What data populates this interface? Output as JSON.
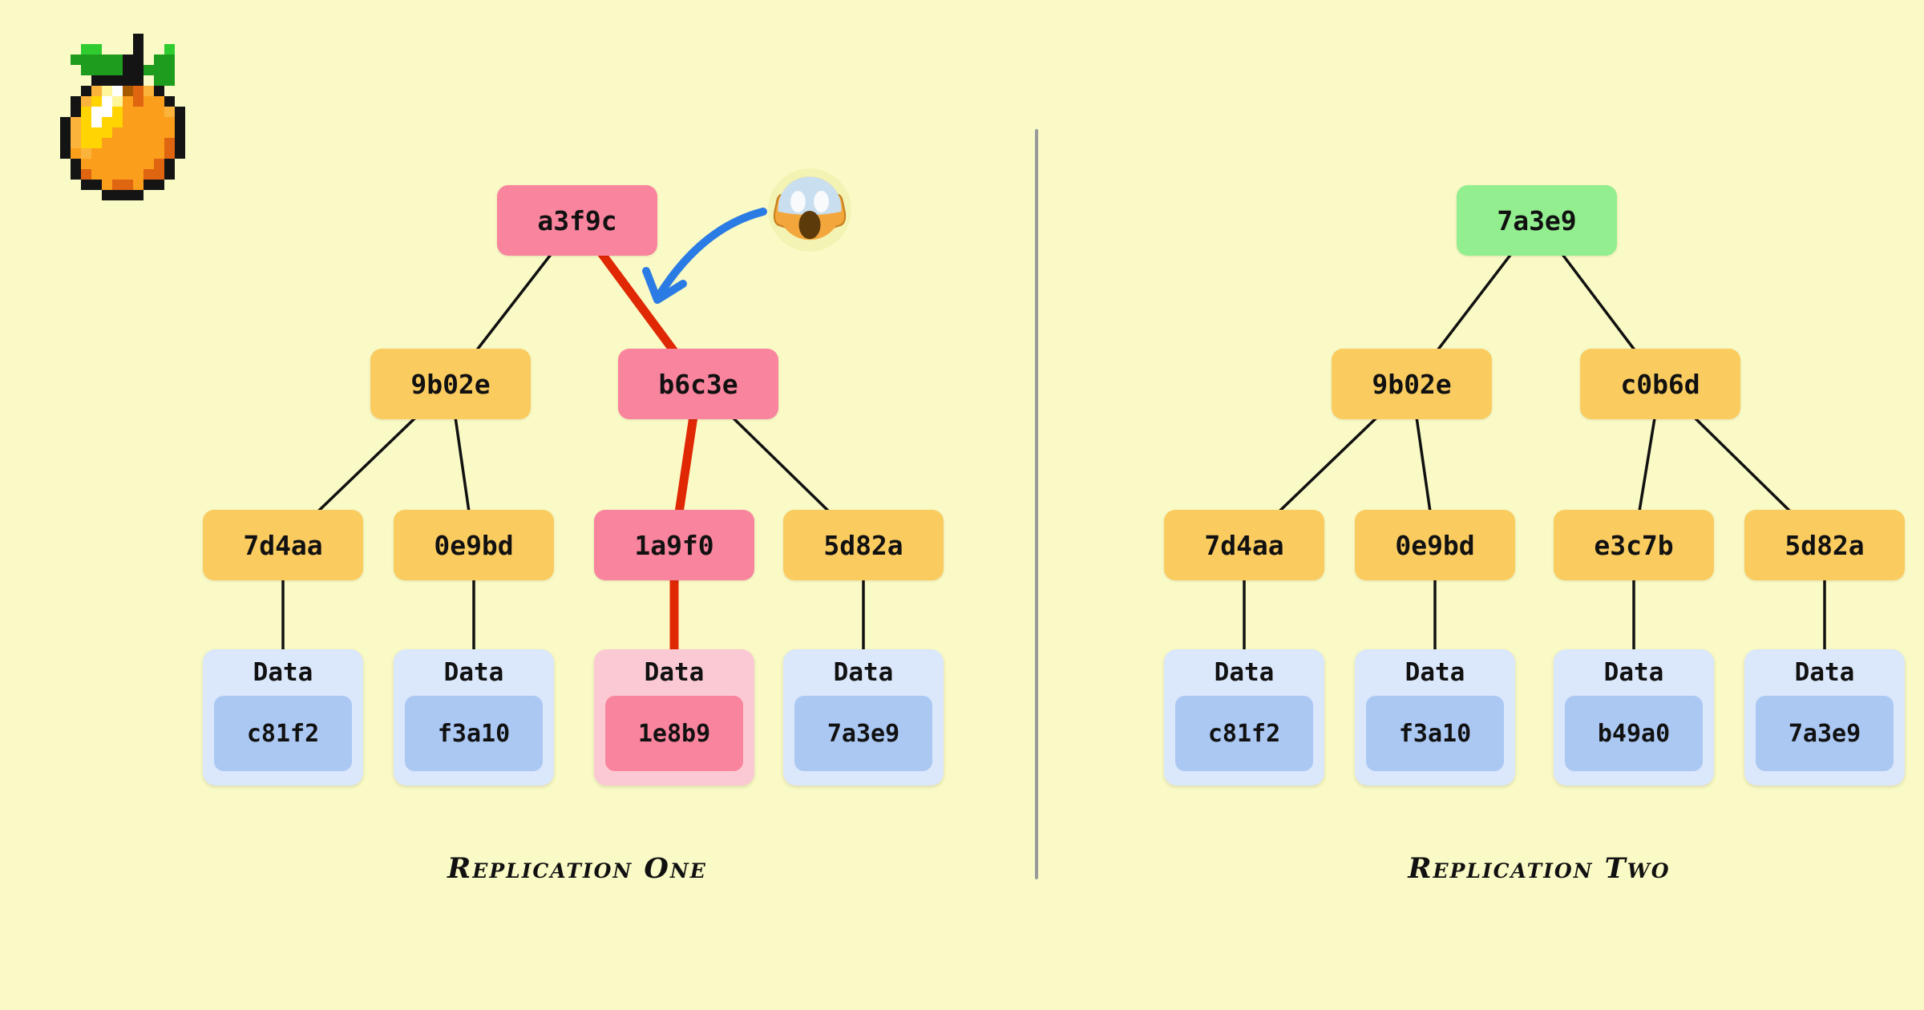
{
  "page": {
    "background": "#FAFAC6"
  },
  "logo": {
    "icon": "pixel-orange-logo"
  },
  "divider": {
    "color": "#9A9A9A"
  },
  "annotation": {
    "icon": "screaming-face-emoji",
    "arrow_color": "#2B7BE4"
  },
  "colors": {
    "node_orange": "#FACC60",
    "node_pink": "#F9849E",
    "node_green": "#92EE8E",
    "data_outer_blue": "#DBE7FB",
    "data_inner_blue": "#ABC8F3",
    "data_outer_pink": "#FBC9D4",
    "data_inner_pink": "#F9849E",
    "edge_black": "#111111",
    "highlight_edge_red": "#E02805",
    "arrow_blue": "#2B7BE4",
    "background": "#FAFAC6",
    "divider": "#9A9A9A"
  },
  "tree1": {
    "caption": "Replication One",
    "root": "a3f9c",
    "level2": [
      "9b02e",
      "b6c3e"
    ],
    "level3": [
      "7d4aa",
      "0e9bd",
      "1a9f0",
      "5d82a"
    ],
    "data_label": "Data",
    "leaves": [
      "c81f2",
      "f3a10",
      "1e8b9",
      "7a3e9"
    ]
  },
  "tree2": {
    "caption": "Replication Two",
    "root": "7a3e9",
    "level2": [
      "9b02e",
      "c0b6d"
    ],
    "level3": [
      "7d4aa",
      "0e9bd",
      "e3c7b",
      "5d82a"
    ],
    "data_label": "Data",
    "leaves": [
      "c81f2",
      "f3a10",
      "b49a0",
      "7a3e9"
    ]
  }
}
